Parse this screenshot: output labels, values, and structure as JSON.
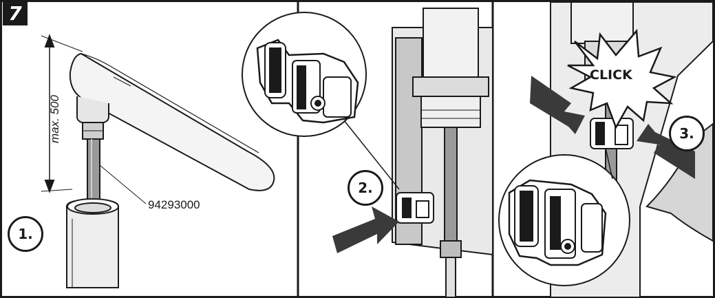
{
  "step_number": "7",
  "steps": [
    "1.",
    "2.",
    "3."
  ],
  "part_number": "94293000",
  "dimension_label": "max. 500",
  "click_label": "CLICK"
}
